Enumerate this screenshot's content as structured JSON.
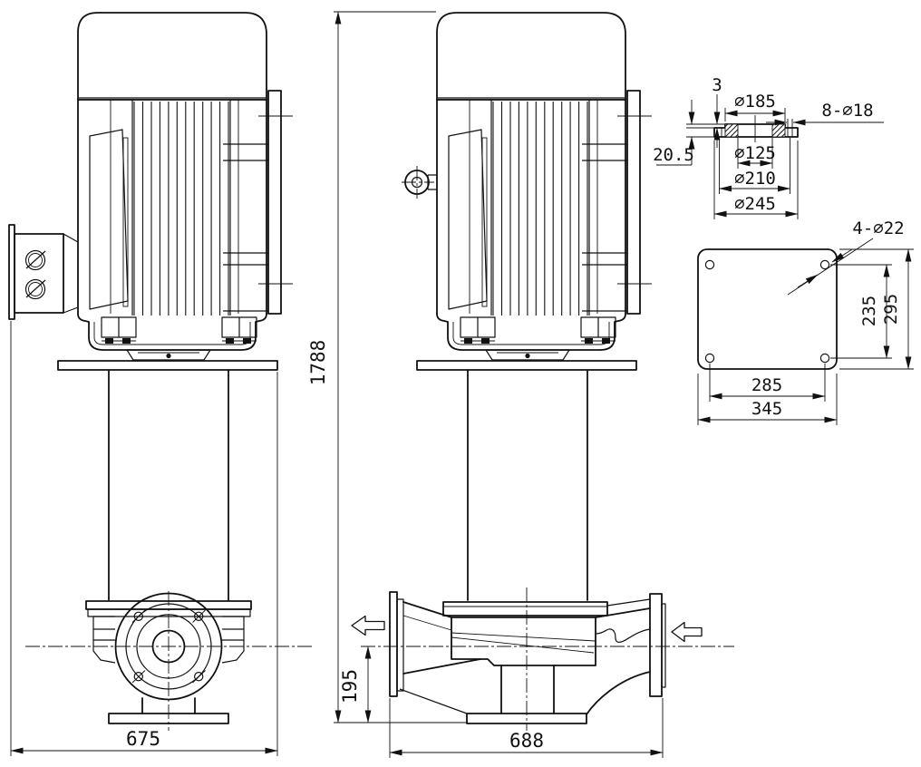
{
  "drawing": {
    "kind": "pump-outline-dimensional-drawing",
    "background": "#ffffff",
    "line_color": "#111111"
  },
  "dims": {
    "front_width": "675",
    "total_height": "1788",
    "side_width": "688",
    "inlet_height": "195"
  },
  "flange_detail": {
    "step_height": "3",
    "thickness": "20.5",
    "raised_face_dia": "⌀185",
    "bolt_holes": "8-⌀18",
    "bore_dia": "⌀125",
    "bolt_circle_dia": "⌀210",
    "outer_dia": "⌀245"
  },
  "base_detail": {
    "holes": "4-⌀22",
    "hole_pitch_vertical": "235",
    "plate_depth": "295",
    "hole_pitch_horizontal": "285",
    "plate_width": "345"
  }
}
